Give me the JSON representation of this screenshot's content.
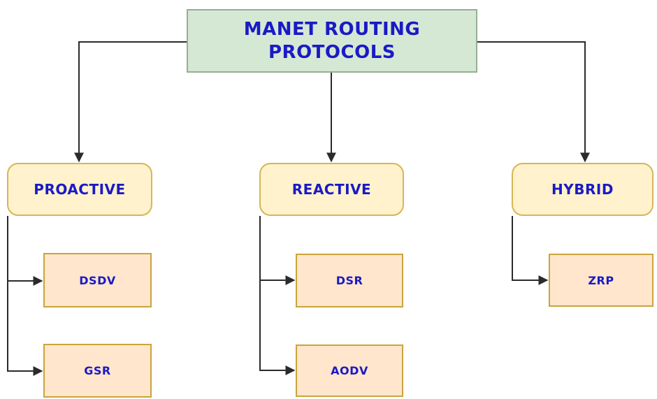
{
  "diagram": {
    "type": "hierarchy-flowchart",
    "root": {
      "label": "MANET ROUTING PROTOCOLS"
    },
    "categories": [
      {
        "label": "PROACTIVE"
      },
      {
        "label": "REACTIVE"
      },
      {
        "label": "HYBRID"
      }
    ],
    "protocols": [
      {
        "label": "DSDV",
        "parent": "PROACTIVE"
      },
      {
        "label": "GSR",
        "parent": "PROACTIVE"
      },
      {
        "label": "DSR",
        "parent": "REACTIVE"
      },
      {
        "label": "AODV",
        "parent": "REACTIVE"
      },
      {
        "label": "ZRP",
        "parent": "HYBRID"
      }
    ],
    "edges": [
      "MANET ROUTING PROTOCOLS -> PROACTIVE",
      "MANET ROUTING PROTOCOLS -> REACTIVE",
      "MANET ROUTING PROTOCOLS -> HYBRID",
      "PROACTIVE -> DSDV",
      "PROACTIVE -> GSR",
      "REACTIVE -> DSR",
      "REACTIVE -> AODV",
      "HYBRID -> ZRP"
    ]
  },
  "colors": {
    "green_fill": "#d5e8d4",
    "green_border": "#95ae92",
    "yellow_fill": "#fff2cc",
    "yellow_border": "#d6b656",
    "orange_fill": "#ffe6cc",
    "orange_border": "#c9a43c",
    "text_blue": "#1a1ac6",
    "line_color": "#2b2b2b",
    "canvas_bg": "#ffffff"
  }
}
